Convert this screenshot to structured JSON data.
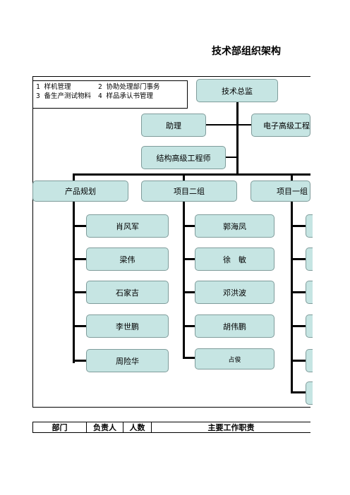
{
  "title": "技术部组织架构",
  "notes": [
    {
      "a": "1 样机管理",
      "b": "2 协助处理部门事务"
    },
    {
      "a": "3 备生产测试物料",
      "b": "4 样品承认书管理"
    }
  ],
  "org": {
    "director": "技术总监",
    "assistant": "助理",
    "electronic_engineer": "电子高级工程",
    "structural_engineer": "结构高级工程师",
    "groups": [
      {
        "name": "产品规划",
        "members": [
          "肖风军",
          "梁伟",
          "石家吉",
          "李世鹏",
          "周险华"
        ]
      },
      {
        "name": "项目二组",
        "members": [
          "郭海凤",
          "徐　敏",
          "邓洪波",
          "胡伟鹏",
          "占俊"
        ]
      },
      {
        "name": "项目一组",
        "members": [
          "",
          "",
          "",
          "",
          "",
          ""
        ]
      }
    ]
  },
  "table_header": {
    "dept": "部门",
    "leader": "负责人",
    "count": "人数",
    "duties": "主要工作职责"
  },
  "colors": {
    "node_fill": "#c6e5e3",
    "node_border": "#7f9c9b",
    "line": "#000000"
  }
}
